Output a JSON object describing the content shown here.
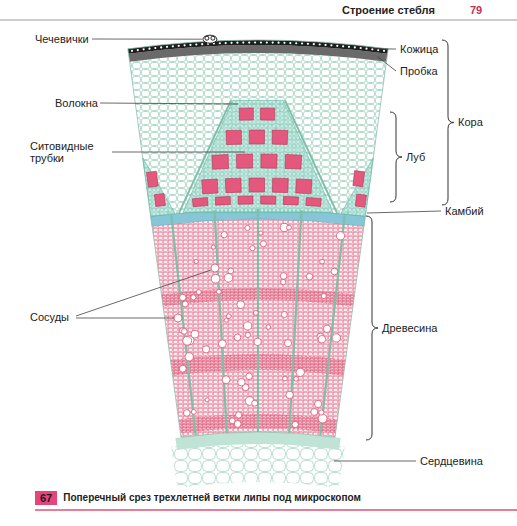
{
  "diagram": {
    "title": "Строение стебля",
    "caption": "Поперечный срез трехлетней ветки липы под микроскопом",
    "labels": [
      "79",
      "Чечевички",
      "Кожица",
      "Пробка",
      "Кора",
      "Волокна",
      "Ситовидные трубки",
      "Луб",
      "Камбий",
      "Сосуды",
      "Древесина",
      "Сердцевина",
      "67"
    ]
  }
}
